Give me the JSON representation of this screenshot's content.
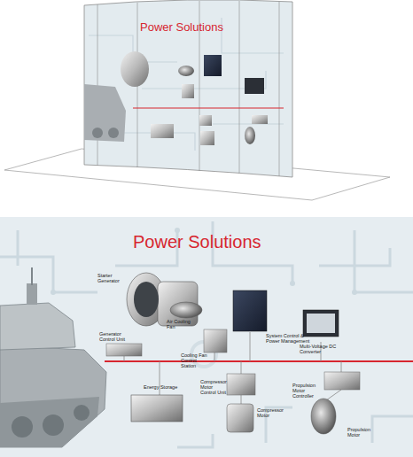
{
  "diagram": {
    "title": "Power Solutions",
    "labels": [
      "Power Solutions",
      "Starter Generator",
      "Generator Control Unit",
      "Air Cooling Fan",
      "Cooling Fan Control Station",
      "System Control & Power Management",
      "Multi-Voltage DC Converter",
      "Energy Storage",
      "Compressor Motor Control Unit",
      "Compressor Motor",
      "Propulsion Motor Controller",
      "Propulsion Motor"
    ]
  }
}
